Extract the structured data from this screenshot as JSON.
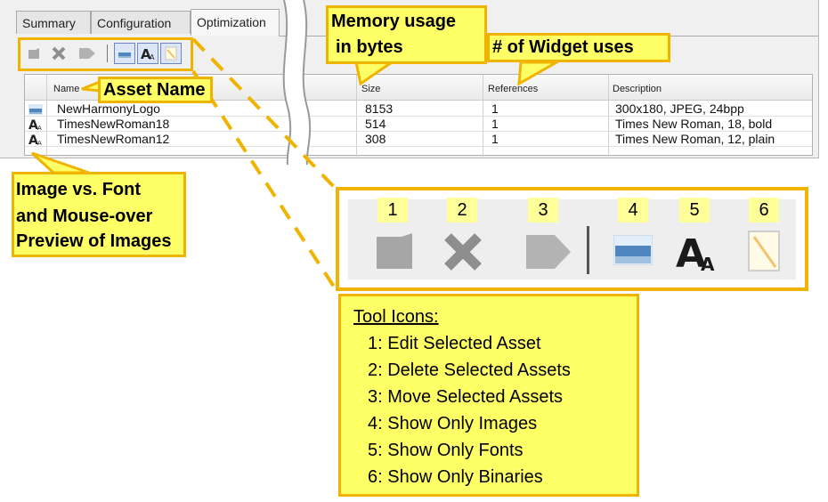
{
  "tabs": [
    {
      "label": "Summary"
    },
    {
      "label": "Configuration"
    },
    {
      "label": "Optimization",
      "active": true
    }
  ],
  "table": {
    "columns": [
      "Name",
      "Size",
      "References",
      "Description"
    ],
    "rows": [
      {
        "icon": "image-icon",
        "name": "NewHarmonyLogo",
        "size": "8153",
        "references": "1",
        "description": "300x180, JPEG, 24bpp"
      },
      {
        "icon": "font-icon",
        "name": "TimesNewRoman18",
        "size": "514",
        "references": "1",
        "description": "Times New Roman, 18, bold"
      },
      {
        "icon": "font-icon",
        "name": "TimesNewRoman12",
        "size": "308",
        "references": "1",
        "description": "Times New Roman, 12, plain"
      }
    ]
  },
  "toolbar_icons": [
    "edit-icon",
    "delete-icon",
    "move-icon",
    "show-images-icon",
    "show-fonts-icon",
    "show-binaries-icon"
  ],
  "callouts": {
    "memory_line1": "Memory usage",
    "memory_line2": "in bytes",
    "widget_uses": "# of Widget uses",
    "asset_name": "Asset Name",
    "image_font_line1": "Image vs. Font",
    "image_font_line2": "and Mouse-over",
    "image_font_line3": "Preview of Images"
  },
  "zoom_numbers": [
    "1",
    "2",
    "3",
    "4",
    "5",
    "6"
  ],
  "tool_icons_legend": {
    "title": "Tool Icons:",
    "items": [
      "1: Edit Selected Asset",
      "2: Delete Selected Assets",
      "3: Move Selected Assets",
      "4: Show Only Images",
      "5: Show Only Fonts",
      "6: Show Only Binaries"
    ]
  },
  "colors": {
    "callout_fill": "#ffff66",
    "callout_border": "#f0b400",
    "selection": "#dde6f7"
  }
}
